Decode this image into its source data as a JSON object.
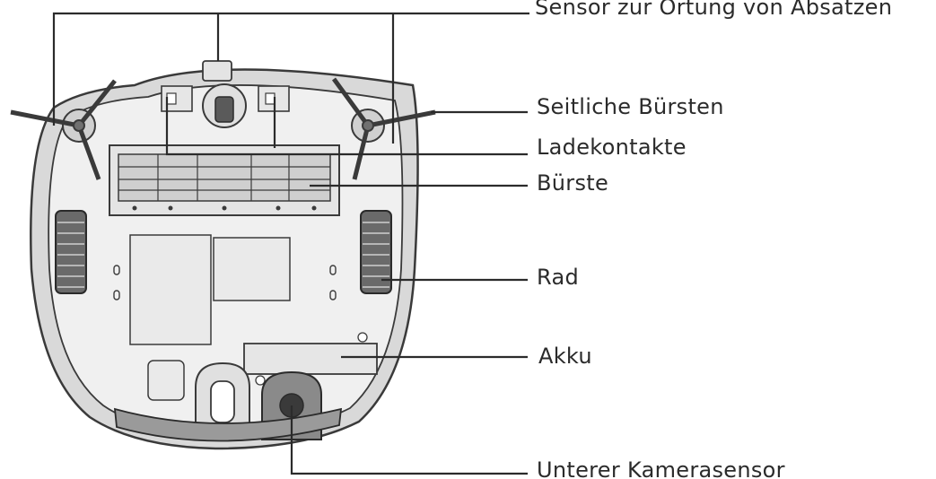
{
  "labels": {
    "sensor": "Sensor zur Ortung von Absätzen",
    "side_brushes": "Seitliche Bürsten",
    "charging_contacts": "Ladekontakte",
    "brush": "Bürste",
    "wheel": "Rad",
    "battery": "Akku",
    "camera_sensor": "Unterer Kamerasensor"
  },
  "colors": {
    "line": "#2b2b2b",
    "body_outline": "#3a3a3a",
    "body_fill": "#f0f0f0",
    "shell_fill": "#d9d9d9"
  }
}
